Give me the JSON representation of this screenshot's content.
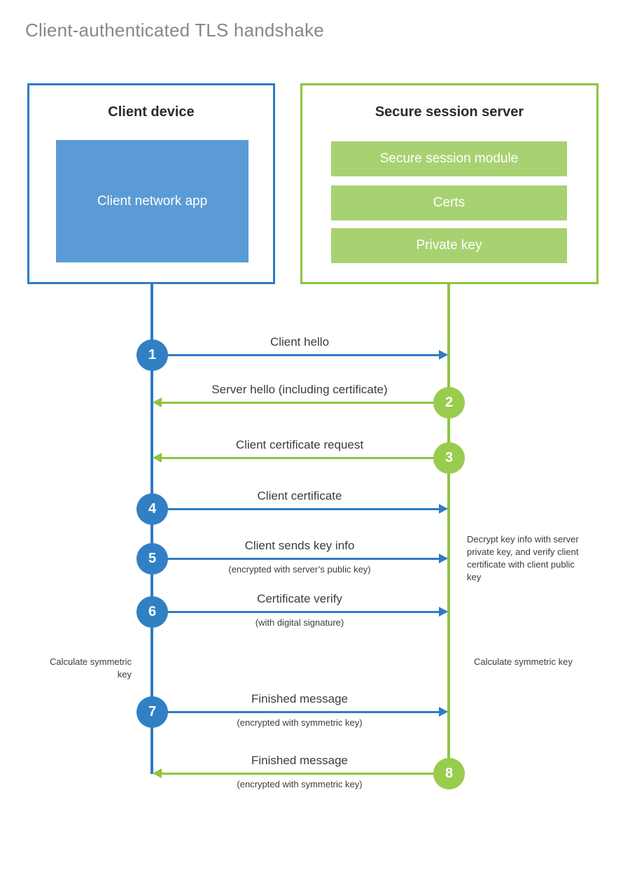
{
  "title": "Client-authenticated TLS handshake",
  "colors": {
    "client_blue": "#2f7cc2",
    "client_app_fill": "#5b9bd5",
    "client_badge": "#3180c4",
    "server_green": "#8cc540",
    "server_bar_fill": "#a8d272",
    "server_badge": "#99cc4d",
    "title_gray": "#85888b",
    "text_gray": "#3c3c3c"
  },
  "client": {
    "title": "Client device",
    "app_label": "Client network app"
  },
  "server": {
    "title": "Secure session server",
    "components": [
      {
        "label": "Secure session module"
      },
      {
        "label": "Certs"
      },
      {
        "label": "Private key"
      }
    ]
  },
  "steps": [
    {
      "number": "1",
      "label": "Client hello",
      "caption": "",
      "direction": "to-server",
      "origin": "client"
    },
    {
      "number": "2",
      "label": "Server hello (including certificate)",
      "caption": "",
      "direction": "to-client",
      "origin": "server"
    },
    {
      "number": "3",
      "label": "Client certificate request",
      "caption": "",
      "direction": "to-client",
      "origin": "server"
    },
    {
      "number": "4",
      "label": "Client certificate",
      "caption": "",
      "direction": "to-server",
      "origin": "client"
    },
    {
      "number": "5",
      "label": "Client sends key info",
      "caption": "(encrypted with server’s public key)",
      "direction": "to-server",
      "origin": "client"
    },
    {
      "number": "6",
      "label": "Certificate verify",
      "caption": "(with digital signature)",
      "direction": "to-server",
      "origin": "client"
    },
    {
      "number": "7",
      "label": "Finished message",
      "caption": "(encrypted with symmetric key)",
      "direction": "to-server",
      "origin": "client"
    },
    {
      "number": "8",
      "label": "Finished message",
      "caption": "(encrypted with symmetric key)",
      "direction": "to-client",
      "origin": "server"
    }
  ],
  "notes": {
    "server_decrypt": "Decrypt key info with server private key, and verify client certificate with client public key",
    "client_symmetric": "Calculate symmetric key",
    "server_symmetric": "Calculate symmetric key"
  }
}
